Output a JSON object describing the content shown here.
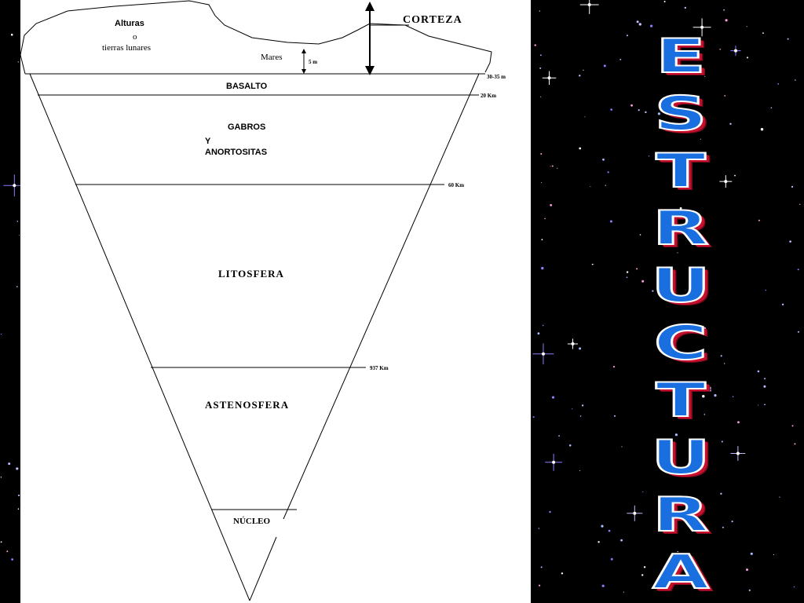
{
  "diagram": {
    "surface": {
      "alturas": "Alturas",
      "o": "o",
      "tierras_lunares": "tierras lunares",
      "mares": "Mares",
      "mares_depth": "5 m",
      "corteza": "CORTEZA",
      "corteza_depth": "30-35 m"
    },
    "layers": [
      {
        "name": "BASALTO",
        "depth": "20 Km"
      },
      {
        "name_line1": "GABROS",
        "name_line2": "Y",
        "name_line3": "ANORTOSITAS",
        "depth": "60 Km"
      },
      {
        "name": "LITOSFERA",
        "depth": "937 Km"
      },
      {
        "name": "ASTENOSFERA"
      },
      {
        "name": "NÚCLEO"
      }
    ]
  },
  "title_letters": [
    "E",
    "S",
    "T",
    "R",
    "U",
    "C",
    "T",
    "U",
    "R",
    "A"
  ],
  "colors": {
    "title_fill": "#1a6fe0",
    "title_shadow": "#c8102e",
    "background": "#000000",
    "panel": "#ffffff"
  }
}
